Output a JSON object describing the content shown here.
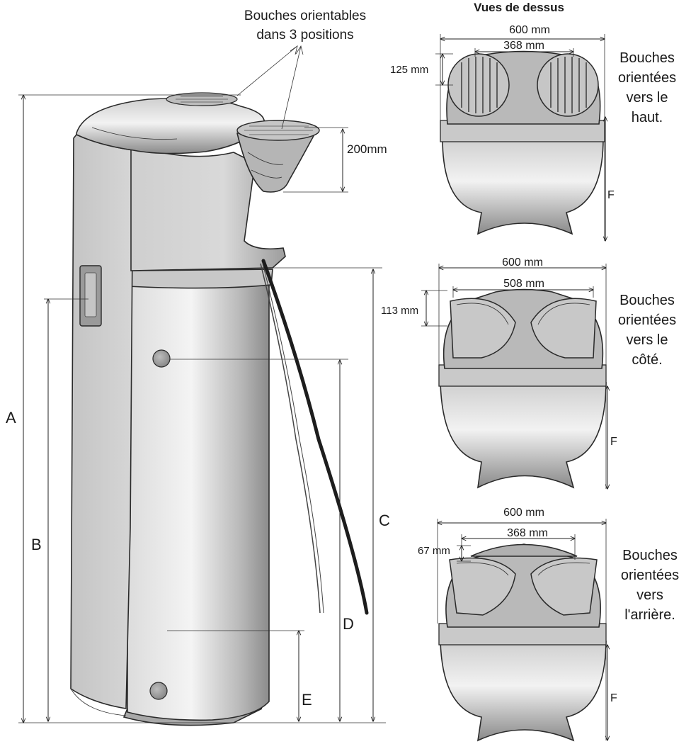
{
  "title": "Vues de dessus",
  "callout": {
    "line1": "Bouches orientables",
    "line2": "dans 3 positions"
  },
  "dims": {
    "A": "A",
    "B": "B",
    "C": "C",
    "D": "D",
    "E": "E",
    "outlet_height": "200mm"
  },
  "views": [
    {
      "width_label": "600 mm",
      "inner_label": "368 mm",
      "depth_label": "125 mm",
      "F": "F",
      "caption": [
        "Bouches",
        "orientées",
        "vers le",
        "haut."
      ]
    },
    {
      "width_label": "600 mm",
      "inner_label": "508 mm",
      "depth_label": "113 mm",
      "F": "F",
      "caption": [
        "Bouches",
        "orientées",
        "vers le",
        "côté."
      ]
    },
    {
      "width_label": "600 mm",
      "inner_label": "368 mm",
      "depth_label": "67 mm",
      "F": "F",
      "caption": [
        "Bouches",
        "orientées",
        "vers",
        "l'arrière."
      ]
    }
  ]
}
